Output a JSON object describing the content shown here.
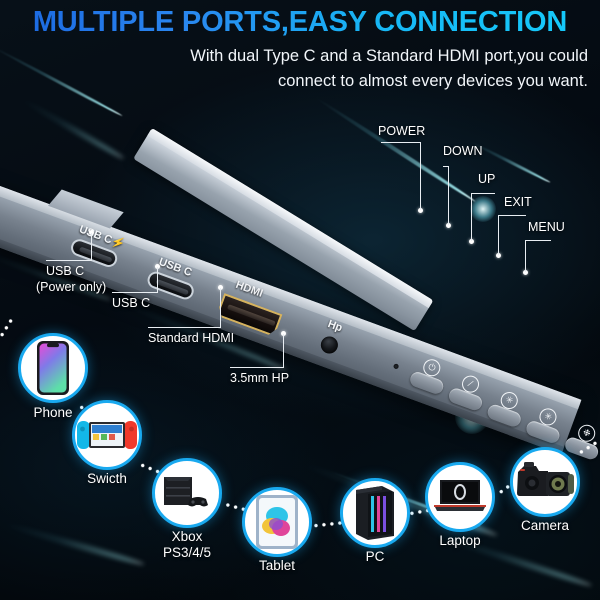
{
  "header": {
    "title": "MULTIPLE PORTS,EASY CONNECTION",
    "subtitle_line1": "With dual Type C and a Standard HDMI port,you could",
    "subtitle_line2": "connect to almost every devices you want.",
    "title_gradient_from": "#1a66e0",
    "title_gradient_to": "#15ccfb"
  },
  "device": {
    "port_markings": [
      {
        "id": "usb-c-power",
        "text": "USB C⚡"
      },
      {
        "id": "usb-c",
        "text": "USB C"
      },
      {
        "id": "hdmi",
        "text": "HDMI"
      },
      {
        "id": "headphone",
        "text": "Hp"
      }
    ],
    "buttons": [
      {
        "id": "power",
        "glyph": "⏻"
      },
      {
        "id": "brightness",
        "glyph": "∕"
      },
      {
        "id": "down",
        "glyph": "✳"
      },
      {
        "id": "up",
        "glyph": "✳"
      },
      {
        "id": "menu",
        "glyph": "❉"
      }
    ]
  },
  "port_callouts": [
    {
      "id": "usb-c-power-only",
      "line1": "USB C",
      "line2": "(Power only)"
    },
    {
      "id": "usb-c",
      "line1": "USB C",
      "line2": ""
    },
    {
      "id": "standard-hdmi",
      "line1": "Standard HDMI",
      "line2": ""
    },
    {
      "id": "headphone-jack",
      "line1": "3.5mm HP",
      "line2": ""
    }
  ],
  "button_callouts": [
    {
      "id": "power",
      "label": "POWER"
    },
    {
      "id": "down",
      "label": "DOWN"
    },
    {
      "id": "up",
      "label": "UP"
    },
    {
      "id": "exit",
      "label": "EXIT"
    },
    {
      "id": "menu",
      "label": "MENU"
    }
  ],
  "devices": [
    {
      "id": "phone",
      "label": "Phone",
      "label2": ""
    },
    {
      "id": "switch",
      "label": "Swicth",
      "label2": ""
    },
    {
      "id": "xbox",
      "label": "Xbox",
      "label2": "PS3/4/5"
    },
    {
      "id": "tablet",
      "label": "Tablet",
      "label2": ""
    },
    {
      "id": "pc",
      "label": "PC",
      "label2": ""
    },
    {
      "id": "laptop",
      "label": "Laptop",
      "label2": ""
    },
    {
      "id": "camera",
      "label": "Camera",
      "label2": ""
    }
  ],
  "colors": {
    "background": "#040a11",
    "accent_cyan": "#19a9ef",
    "streak_cyan": "#7aebff",
    "hdmi_gold": "#d6b25c"
  }
}
